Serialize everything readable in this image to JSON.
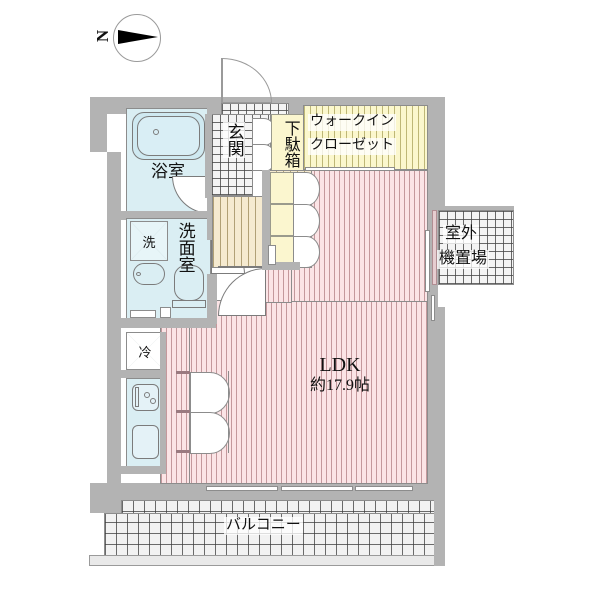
{
  "document": {
    "type": "floor-plan",
    "language": "ja",
    "layout_code": "1R / LDK",
    "background_color": "#ffffff",
    "wall_color": "#b3b3b3",
    "ldk_floor_color": "#fbe4e6",
    "water_area_color": "#daeef3",
    "closet_color": "#fbf7cd",
    "hall_color": "#f5ead0"
  },
  "compass": {
    "name": "north-arrow",
    "label": "N"
  },
  "rooms": [
    {
      "id": "ldk",
      "name": "LDK",
      "label": "LDK",
      "sublabel": "約17.9帖",
      "area_jo": 17.9
    },
    {
      "id": "bath",
      "name": "bathroom",
      "label": "浴室",
      "sublabel": ""
    },
    {
      "id": "washroom",
      "name": "washroom",
      "label": "洗面室",
      "sublabel": ""
    },
    {
      "id": "entrance",
      "name": "entrance",
      "label": "玄関",
      "sublabel": ""
    },
    {
      "id": "shoebox",
      "name": "shoe-cabinet",
      "label": "下駄箱",
      "sublabel": ""
    },
    {
      "id": "wic",
      "name": "walk-in-closet",
      "label1": "ウォークイン",
      "label2": "クローゼット"
    },
    {
      "id": "outdoor",
      "name": "outdoor-unit-space",
      "label1": "室外",
      "label2": "機置場"
    },
    {
      "id": "balcony",
      "name": "balcony",
      "label": "バルコニー",
      "sublabel": ""
    }
  ],
  "fixtures": [
    {
      "id": "washer",
      "name": "washing-machine-space",
      "label": "洗"
    },
    {
      "id": "fridge",
      "name": "refrigerator-space",
      "label": "冷"
    },
    {
      "id": "bathtub",
      "name": "bathtub",
      "label": ""
    },
    {
      "id": "vanity",
      "name": "vanity-sink",
      "label": ""
    },
    {
      "id": "toilet",
      "name": "toilet",
      "label": ""
    },
    {
      "id": "stove",
      "name": "gas-stove",
      "label": ""
    },
    {
      "id": "sink",
      "name": "kitchen-sink",
      "label": ""
    }
  ]
}
